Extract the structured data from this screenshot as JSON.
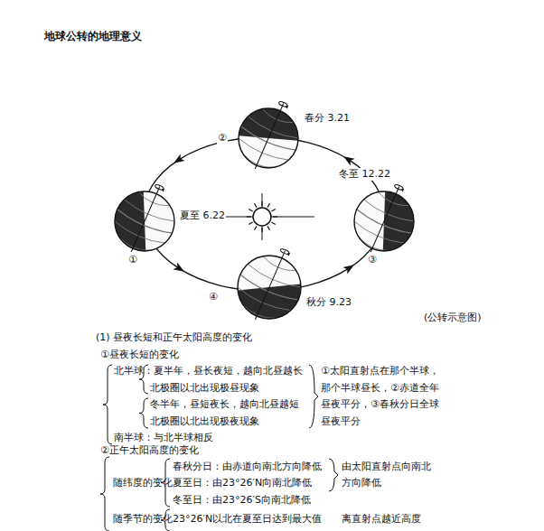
{
  "diagram": {
    "title": "地球公转的地理意义",
    "caption": "(公转示意图)",
    "labels": [
      "春分 3.21",
      "冬至 12.22",
      "夏至 6.22",
      "秋分 9.23",
      "①",
      "②",
      "③",
      "④",
      "(1) 昼夜长短和正午太阳高度的变化",
      "①昼夜长短的变化",
      "北半球：夏半年，昼长夜短，越向北昼越长",
      "北极圈以北出现极昼现象",
      "冬半年，昼短夜长，越向北昼越短",
      "北极圈以北出现极夜现象",
      "南半球：与北半球相反",
      "①太阳直射点在那个半球，",
      "那个半球昼长，②赤道全年",
      "昼夜平分，③春秋分日全球",
      "昼夜平分",
      "②正午太阳高度的变化",
      "随纬度的变化",
      "春秋分日：由赤道向南北方向降低",
      "夏至日：由23°26′N向南北降低",
      "冬至日：由23°26′S向南北降低",
      "由太阳直射点向南北",
      "方向降低",
      "随季节的变化",
      "23°26′N以北在夏至日达到最大值",
      "离直射点越近高度"
    ]
  }
}
